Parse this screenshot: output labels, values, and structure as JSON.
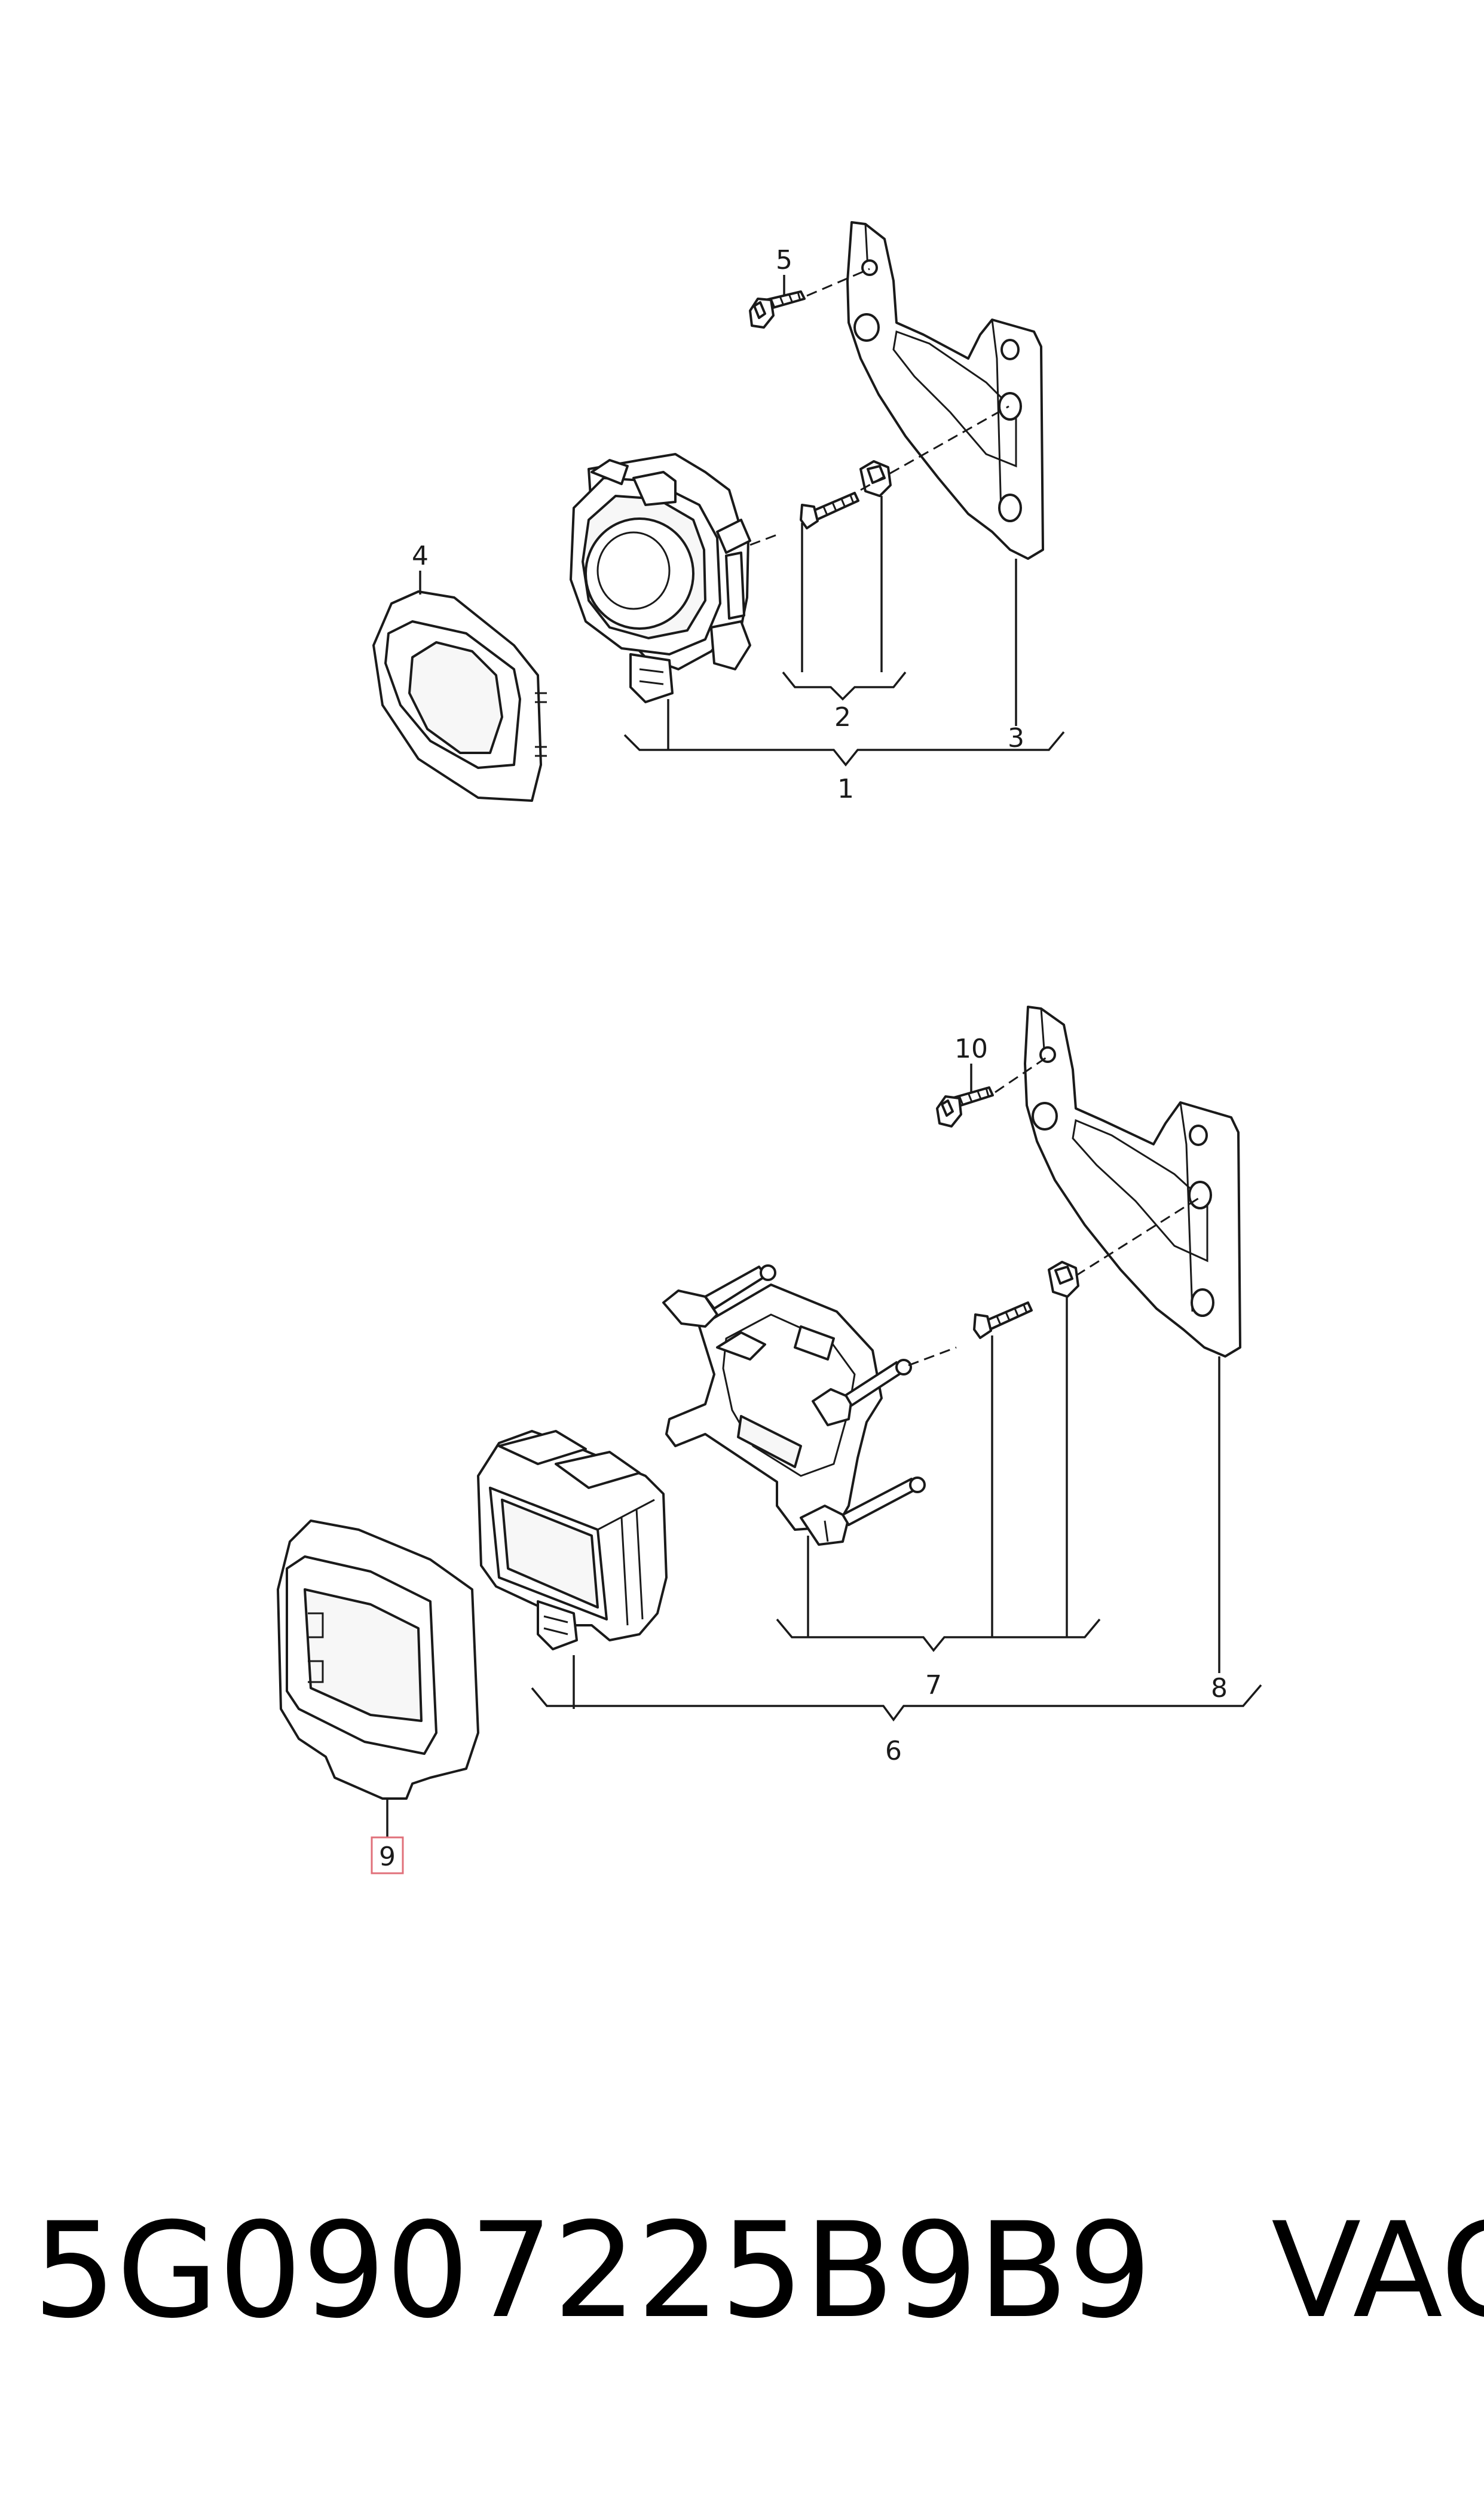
{
  "callouts": {
    "c1": "1",
    "c2": "2",
    "c3": "3",
    "c4": "4",
    "c5": "5",
    "c6": "6",
    "c7": "7",
    "c8": "8",
    "c9": "9",
    "c10": "10"
  },
  "highlight_color": "#e0707a",
  "footer": {
    "part_number": "5G0907225B9B9",
    "brand": "VAG"
  }
}
